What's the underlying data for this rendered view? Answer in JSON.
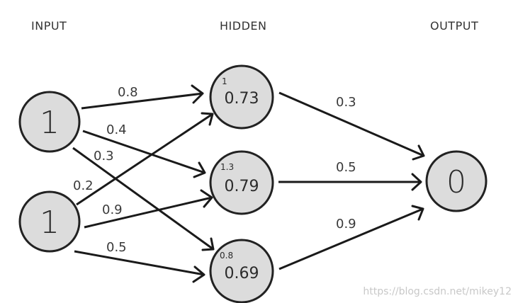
{
  "layers": {
    "input": "INPUT",
    "hidden": "HIDDEN",
    "output": "OUTPUT"
  },
  "nodes": {
    "input_1": {
      "value": "1"
    },
    "input_2": {
      "value": "1"
    },
    "hidden_1": {
      "pre": "1",
      "value": "0.73"
    },
    "hidden_2": {
      "pre": "1.3",
      "value": "0.79"
    },
    "hidden_3": {
      "pre": "0.8",
      "value": "0.69"
    },
    "output_1": {
      "value": "0"
    }
  },
  "weights": {
    "in1_h1": "0.8",
    "in1_h2": "0.4",
    "in1_h3": "0.3",
    "in2_h1": "0.2",
    "in2_h2": "0.9",
    "in2_h3": "0.5",
    "h1_out": "0.3",
    "h2_out": "0.5",
    "h3_out": "0.9"
  },
  "watermark": "https://blog.csdn.net/mikey12"
}
